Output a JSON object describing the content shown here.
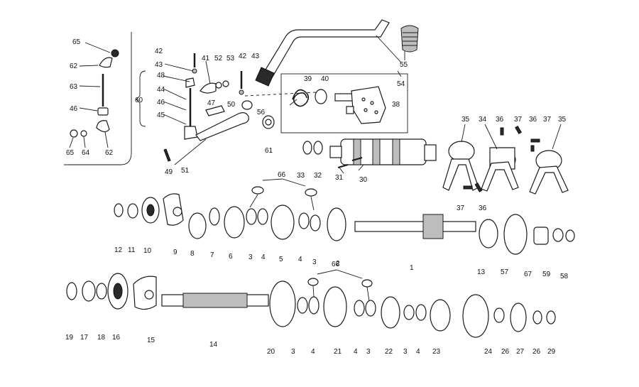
{
  "labels": {
    "l1": "1",
    "l2": "2",
    "l3a": "3",
    "l3b": "3",
    "l3c": "3",
    "l3d": "3",
    "l3e": "3",
    "l4a": "4",
    "l4b": "4",
    "l4c": "4",
    "l4d": "4",
    "l5": "5",
    "l6": "6",
    "l7": "7",
    "l8": "8",
    "l9": "9",
    "l10": "10",
    "l11": "11",
    "l12": "12",
    "l13": "13",
    "l14": "14",
    "l15": "15",
    "l16": "16",
    "l17": "17",
    "l18": "18",
    "l19": "19",
    "l20": "20",
    "l21": "21",
    "l22": "22",
    "l23": "23",
    "l24": "24",
    "l26a": "26",
    "l26b": "26",
    "l27": "27",
    "l29": "29",
    "l30": "30",
    "l31": "31",
    "l32": "32",
    "l33": "33",
    "l34": "34",
    "l35a": "35",
    "l35b": "35",
    "l36a": "36",
    "l36b": "36",
    "l36c": "36",
    "l37a": "37",
    "l37b": "37",
    "l37c": "37",
    "l38": "38",
    "l39": "39",
    "l40": "40",
    "l41": "41",
    "l42a": "42",
    "l42b": "42",
    "l43a": "43",
    "l43b": "43",
    "l44": "44",
    "l45": "45",
    "l46a": "46",
    "l46b": "46",
    "l47": "47",
    "l48": "48",
    "l49": "49",
    "l50": "50",
    "l51": "51",
    "l52": "52",
    "l53": "53",
    "l54": "54",
    "l55": "55",
    "l56": "56",
    "l57": "57",
    "l58": "58",
    "l59": "59",
    "l60": "60",
    "l61": "61",
    "l62a": "62",
    "l62b": "62",
    "l63": "63",
    "l64": "64",
    "l65a": "65",
    "l65b": "65",
    "l66a": "66",
    "l66b": "66",
    "l67": "67"
  }
}
